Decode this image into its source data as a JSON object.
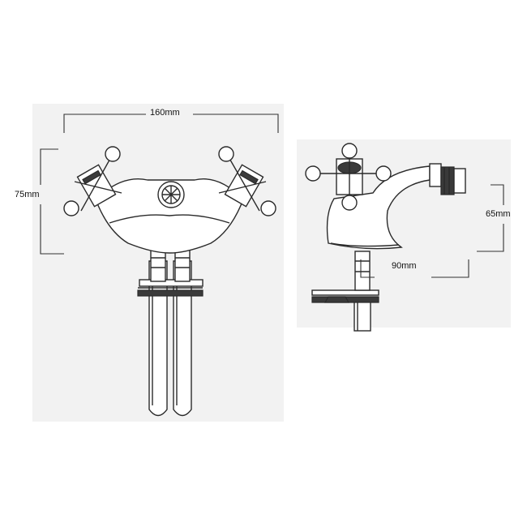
{
  "front_view": {
    "width_label": "160mm",
    "height_label": "75mm"
  },
  "side_view": {
    "height_label": "65mm",
    "depth_label": "90mm"
  }
}
